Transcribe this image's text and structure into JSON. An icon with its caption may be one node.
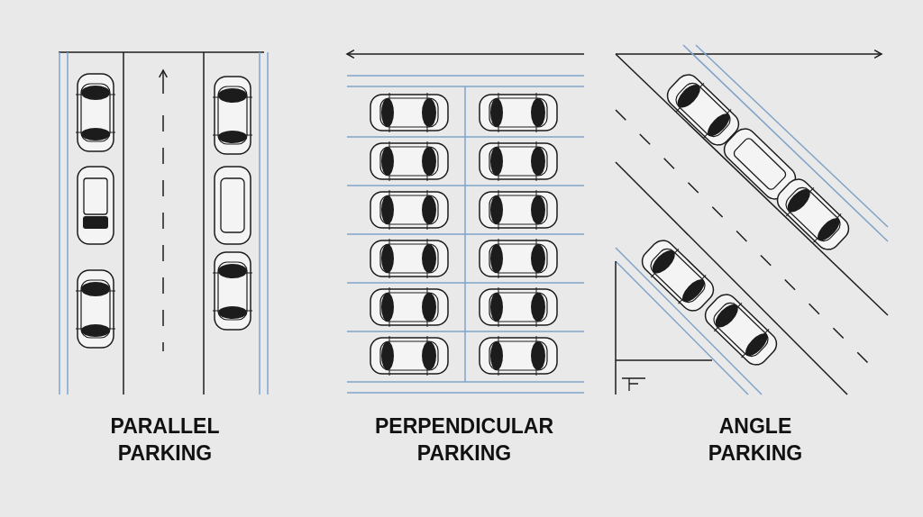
{
  "diagram": {
    "labels": [
      "PARALLEL PARKING",
      "PERPENDICULAR PARKING",
      "ANGLE PARKING"
    ]
  }
}
